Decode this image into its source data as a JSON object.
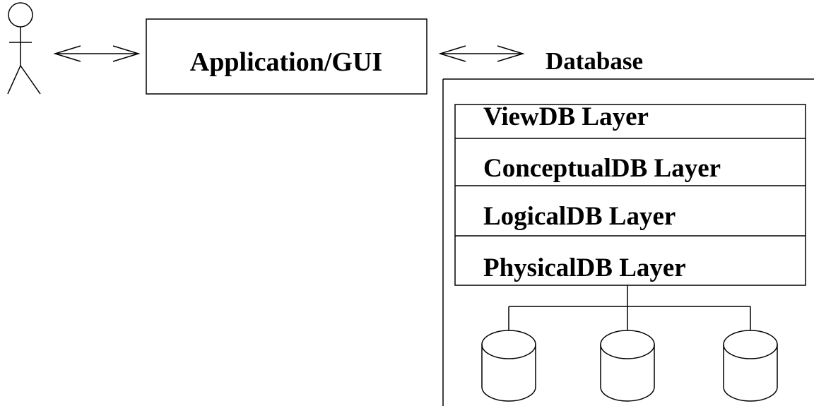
{
  "app_box": {
    "label": "Application/GUI"
  },
  "database": {
    "label": "Database",
    "layers": [
      "ViewDB Layer",
      "ConceptualDB Layer",
      "LogicalDB Layer",
      "PhysicalDB Layer"
    ],
    "storage_count": 3
  },
  "icons": {
    "actor": "stick-figure-icon",
    "arrows": "double-headed-arrow-icon",
    "storage": "database-cylinder-icon"
  },
  "colors": {
    "stroke": "#000000",
    "background": "#ffffff"
  }
}
